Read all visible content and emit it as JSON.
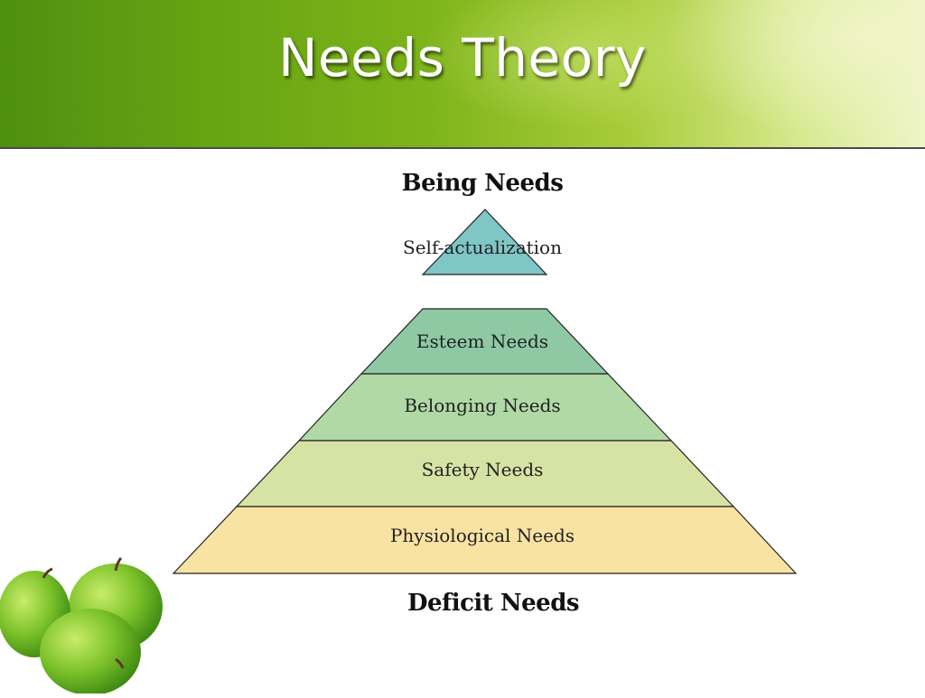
{
  "slide": {
    "title": "Needs Theory"
  },
  "diagram": {
    "top_label": "Being Needs",
    "bottom_label": "Deficit Needs",
    "tiers": [
      {
        "label": "Self-actualization",
        "color": "#7fc6c6"
      },
      {
        "label": "Esteem Needs",
        "color": "#8ec9a3"
      },
      {
        "label": "Belonging Needs",
        "color": "#b0d9a6"
      },
      {
        "label": "Safety Needs",
        "color": "#d7e3a4"
      },
      {
        "label": "Physiological Needs",
        "color": "#f9e3a3"
      }
    ]
  },
  "decoration": {
    "image": "green-apples",
    "accent_color": "#6aaa14"
  }
}
